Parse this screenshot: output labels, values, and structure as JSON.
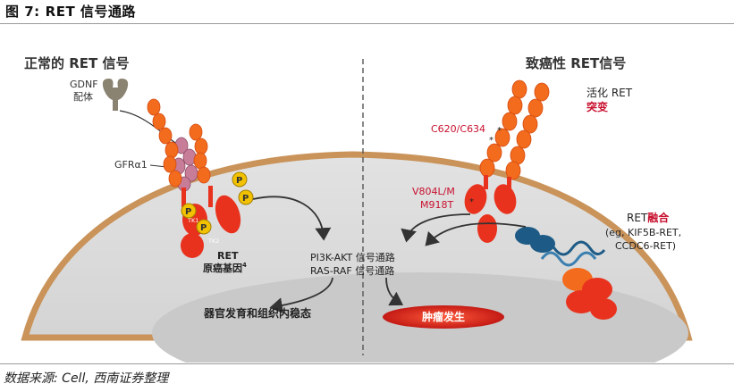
{
  "figure": {
    "number": "图 7:",
    "title": "RET 信号通路",
    "source": "数据来源: Cell, 西南证券整理"
  },
  "left_panel": {
    "heading": "正常的 RET 信号",
    "gdnf_line1": "GDNF",
    "gdnf_line2": "配体",
    "gfra1": "GFRα1",
    "tk1": "TK1",
    "tk2": "TK2",
    "phospho": "P",
    "ret_line1": "RET",
    "ret_line2": "原癌基因",
    "ret_sup": "4"
  },
  "right_panel": {
    "heading": "致癌性 RET信号",
    "activation_line1": "活化 RET",
    "activation_line2": "突变",
    "mut1": "C620/C634",
    "mut2": "V804L/M",
    "mut3": "M918T",
    "fusion_prefix": "RET",
    "fusion_accent": "融合",
    "fusion_eg1": "(eg, KIF5B-RET,",
    "fusion_eg2": "CCDC6-RET)"
  },
  "center": {
    "pathway_line1": "PI3K-AKT 信号通路",
    "pathway_line2": "RAS-RAF 信号通路",
    "outcome_normal": "器官发育和组织内稳态",
    "outcome_tumor": "肿瘤发生"
  },
  "colors": {
    "receptor_red": "#e8321e",
    "receptor_orange": "#f36b1c",
    "mutation_label_red": "#c8102e",
    "phospho_yellow": "#f2c200",
    "gfra_pink": "#c77d98",
    "cytoplasm_gray": "#dedede",
    "nucleus_gray": "#c9c9c9",
    "membrane_brown": "#c9935a",
    "ligand_gray": "#8a8372",
    "coil_blue": "#1d5b86"
  }
}
